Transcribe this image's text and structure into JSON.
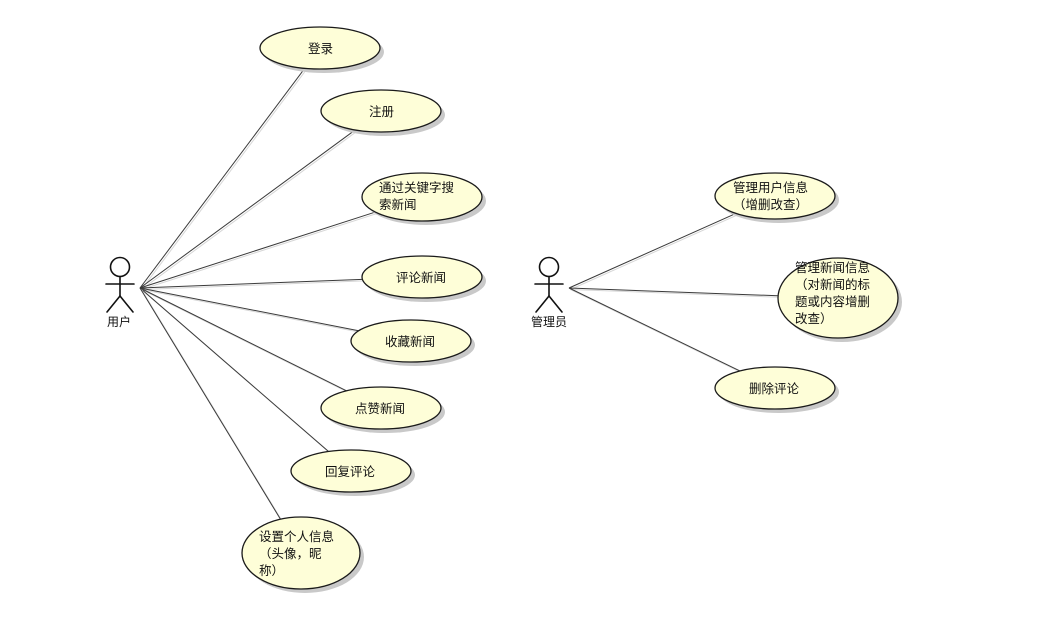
{
  "actors": [
    {
      "id": "user",
      "label": "用户"
    },
    {
      "id": "admin",
      "label": "管理员"
    }
  ],
  "use_cases": [
    {
      "id": "login",
      "lines": [
        "登录"
      ],
      "actor": "user"
    },
    {
      "id": "register",
      "lines": [
        "注册"
      ],
      "actor": "user"
    },
    {
      "id": "search-news",
      "lines": [
        "通过关键字搜",
        "索新闻"
      ],
      "actor": "user"
    },
    {
      "id": "comment-news",
      "lines": [
        "评论新闻"
      ],
      "actor": "user"
    },
    {
      "id": "favorite-news",
      "lines": [
        "收藏新闻"
      ],
      "actor": "user"
    },
    {
      "id": "like-news",
      "lines": [
        "点赞新闻"
      ],
      "actor": "user"
    },
    {
      "id": "reply-comment",
      "lines": [
        "回复评论"
      ],
      "actor": "user"
    },
    {
      "id": "set-profile",
      "lines": [
        "设置个人信息",
        "（头像，昵",
        "称）"
      ],
      "actor": "user"
    },
    {
      "id": "manage-users",
      "lines": [
        "管理用户信息",
        "（增删改查）"
      ],
      "actor": "admin"
    },
    {
      "id": "manage-news",
      "lines": [
        "管理新闻信息",
        "（对新闻的标",
        "题或内容增删",
        "改查）"
      ],
      "actor": "admin"
    },
    {
      "id": "delete-comment",
      "lines": [
        "删除评论"
      ],
      "actor": "admin"
    }
  ],
  "colors": {
    "use_case_fill": "#fefed8",
    "outline": "#1a1a1a",
    "line": "#3a3a3a",
    "shadow": "#c9c9c9",
    "background": "#ffffff"
  }
}
